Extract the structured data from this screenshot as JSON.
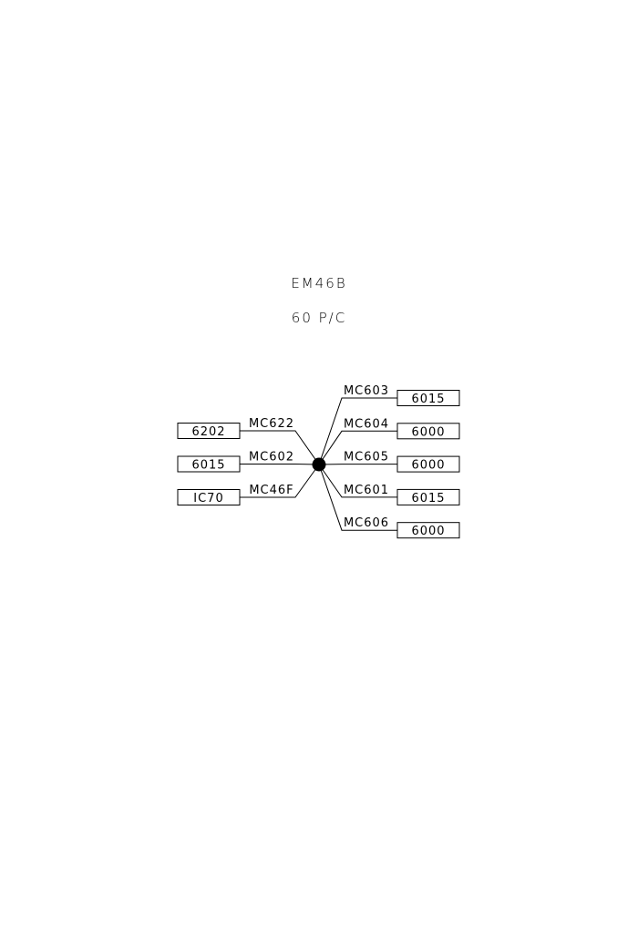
{
  "title": "EM46B",
  "subtitle": "60 P/C",
  "left_connections": [
    {
      "wire": "MC622",
      "terminal": "6202"
    },
    {
      "wire": "MC602",
      "terminal": "6015"
    },
    {
      "wire": "MC46F",
      "terminal": "IC70"
    }
  ],
  "right_connections": [
    {
      "wire": "MC603",
      "terminal": "6015"
    },
    {
      "wire": "MC604",
      "terminal": "6000"
    },
    {
      "wire": "MC605",
      "terminal": "6000"
    },
    {
      "wire": "MC601",
      "terminal": "6015"
    },
    {
      "wire": "MC606",
      "terminal": "6000"
    }
  ]
}
